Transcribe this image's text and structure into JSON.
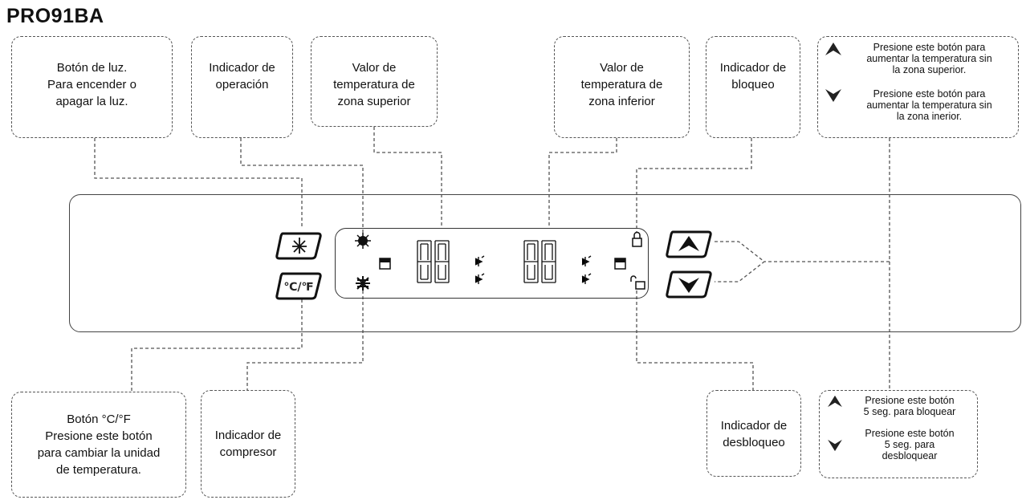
{
  "title": "PRO91BA",
  "callouts": {
    "luz": [
      "Botón de luz.",
      "Para encender o",
      "apagar la luz."
    ],
    "operacion": [
      "Indicador de",
      "operación"
    ],
    "superior": [
      "Valor de",
      "temperatura de",
      "zona superior"
    ],
    "inferior": [
      "Valor de",
      "temperatura de",
      "zona inferior"
    ],
    "bloqueo": [
      "Indicador de",
      "bloqueo"
    ],
    "cf": [
      "Botón °C/°F",
      "Presione este botón",
      "para cambiar la unidad",
      "de temperatura."
    ],
    "compresor": [
      "Indicador de",
      "compresor"
    ],
    "desbloqueo": [
      "Indicador de",
      "desbloqueo"
    ]
  },
  "hints_top": {
    "up": [
      "Presione este botón para",
      "aumentar la temperatura sin",
      "la zona superior."
    ],
    "down": [
      "Presione este botón para",
      "aumentar la temperatura sin",
      "la zona inerior."
    ]
  },
  "hints_bottom": {
    "up": [
      "Presione este botón",
      "5 seg. para bloquear"
    ],
    "down": [
      "Presione este botón",
      "5 seg. para",
      "desbloquear"
    ]
  },
  "buttons": {
    "cf_label": "℃/℉"
  }
}
